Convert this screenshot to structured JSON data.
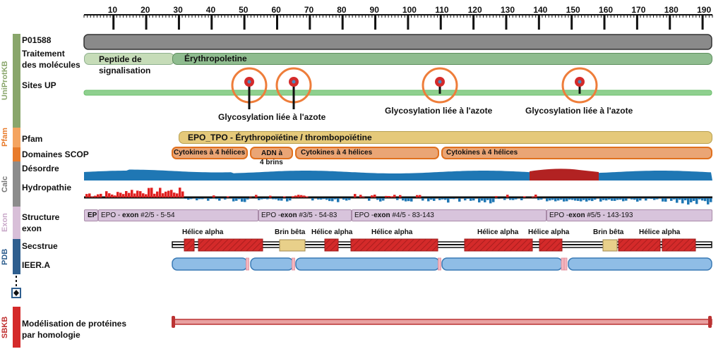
{
  "colors": {
    "uniprot": "#89a66b",
    "pfam_cat": "#f4a460",
    "scop_cat": "#e87b2b",
    "calc": "#8c8c8c",
    "exon_cat": "#d8bfd8",
    "pdb": "#2f5f8f",
    "sbkb": "#d42a2a",
    "chain": "#8a8a8a",
    "signal": "#c6dcb8",
    "mature": "#8fbc8f",
    "sites_track": "#8fd08f",
    "pfam": "#e5c97a",
    "scop": "#eaa575",
    "disorder": "#1f77b4",
    "disorder_hi": "#b22222",
    "hydro_pos": "#e02020",
    "hydro_neg": "#1f77b4",
    "exon": "#d8c4dc",
    "helix": "#d42a2a",
    "strand": "#e8d08a",
    "ieer": "#8fbde6",
    "sbkb_bar": "#d98a8a"
  },
  "ruler": {
    "ticks": [
      10,
      20,
      30,
      40,
      50,
      60,
      70,
      80,
      90,
      100,
      110,
      120,
      130,
      140,
      150,
      160,
      170,
      180,
      190
    ]
  },
  "categories": {
    "uniprot": "UniProtKB",
    "pfam": "Pfam",
    "calc": "Calc",
    "exon": "Exon",
    "pdb": "PDB",
    "sbkb": "SBKB"
  },
  "rows": {
    "accession": "P01588",
    "processing_1": "Traitement",
    "processing_2": "des molécules",
    "sites": "Sites UP",
    "pfam": "Pfam",
    "scop": "Domaines SCOP",
    "disorder": "Désordre",
    "hydropathy": "Hydropathie",
    "exon_1": "Structure",
    "exon_2": "exon",
    "secstruc": "Secstrue",
    "ieer": "IEER.A",
    "sbkb_1": "Modélisation de protéines",
    "sbkb_2": "par homologie"
  },
  "uniprot": {
    "signal_1": "Peptide de",
    "signal_2": "signalisation",
    "mature": "Érythropoletine",
    "glyco_label": "Glycosylation liée à l'azote"
  },
  "pfam": {
    "label": "EPO_TPO - Érythropoïétine / thrombopoïétine"
  },
  "scop": {
    "cyt": "Cytokines à 4 hélices",
    "adn_1": "ADN à",
    "adn_2": "4 brins"
  },
  "exon": {
    "e1": "EP",
    "e2_pre": "EPO - ",
    "e2_kw": "exon",
    "e2_post": " #2/5 - 5-54",
    "e3_pre": "EPO -",
    "e3_kw": "exon",
    "e3_post": " #3/5 - 54-83",
    "e4_pre": "EPO -",
    "e4_kw": "exon",
    "e4_post": " #4/5 - 83-143",
    "e5_pre": "EPO -",
    "e5_kw": "exon",
    "e5_post": " #5/5 - 143-193"
  },
  "secstruct": {
    "helix": "Hélice alpha",
    "strand": "Brin bêta"
  }
}
